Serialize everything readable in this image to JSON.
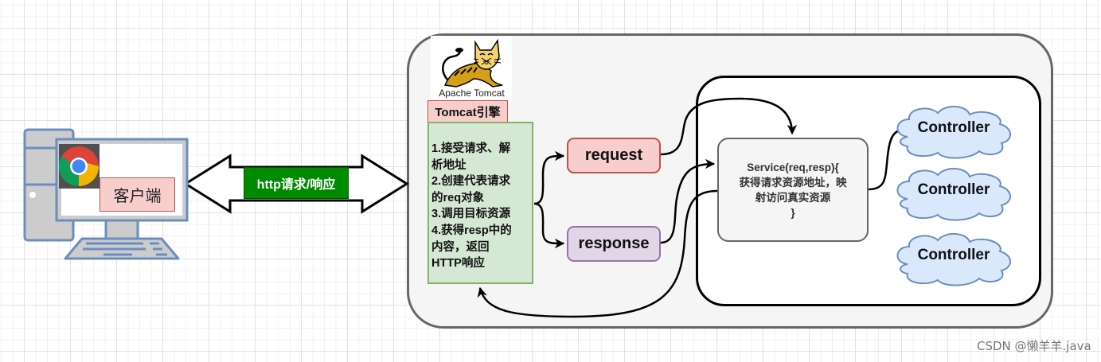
{
  "client": {
    "label": "客户端",
    "browser_icon": "chrome-icon",
    "computer_icon": "desktop-computer-icon"
  },
  "connector": {
    "label": "http请求/响应",
    "icon": "double-arrow-icon"
  },
  "tomcat": {
    "logo_icon": "tomcat-cat-icon",
    "logo_caption": "Apache Tomcat",
    "engine_label": "Tomcat引擎",
    "steps": [
      "1.接受请求、解析地址",
      "2.创建代表请求的req对象",
      "3.调用目标资源",
      "4.获得resp中的内容，返回HTTP响应"
    ],
    "steps_text": "1.接受请求、解\n析地址\n2.创建代表请求\n的req对象\n3.调用目标资源\n4.获得resp中的\n内容，返回\nHTTP响应"
  },
  "objects": {
    "request_label": "request",
    "response_label": "response"
  },
  "service": {
    "text": "Service(req,resp){\n获得请求资源地址，映\n射访问真实资源\n}"
  },
  "controllers": [
    {
      "label": "Controller"
    },
    {
      "label": "Controller"
    },
    {
      "label": "Controller"
    }
  ],
  "colors": {
    "request_fill": "#f8cecc",
    "response_fill": "#e1d5e7",
    "steps_fill": "#d5e8d4",
    "http_fill": "#008a00",
    "cloud_fill": "#dae8fc",
    "cloud_stroke": "#6c8ebf"
  },
  "watermark": "CSDN @懒羊羊.java"
}
